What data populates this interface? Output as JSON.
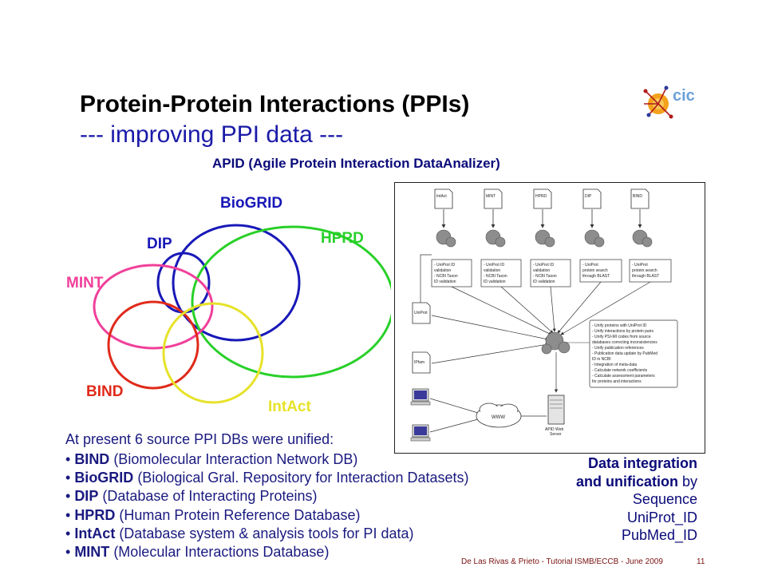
{
  "slide": {
    "title": "Protein-Protein Interactions (PPIs)",
    "subtitle": "--- improving PPI data ---",
    "apid_heading": "APID (Agile Protein Interaction DataAnalizer)",
    "logo_text": "cic"
  },
  "venn": {
    "sets": [
      {
        "name": "BioGRID",
        "color": "#1818b8"
      },
      {
        "name": "DIP",
        "color": "#1818b8"
      },
      {
        "name": "HPRD",
        "color": "#28d028"
      },
      {
        "name": "MINT",
        "color": "#f0409a"
      },
      {
        "name": "BIND",
        "color": "#e02a1a"
      },
      {
        "name": "IntAct",
        "color": "#e6e22a"
      }
    ]
  },
  "diagram": {
    "sources": [
      "IntAct",
      "MINT",
      "HPRD",
      "DIP",
      "BIND"
    ],
    "step_boxes": [
      [
        "- UniProt ID",
        "validation",
        "- NCBI Taxon",
        "ID validation"
      ],
      [
        "- UniProt ID",
        "validation",
        "- NCBI Taxon",
        "ID validation"
      ],
      [
        "- UniProt ID",
        "validation",
        "- NCBI Taxon",
        "ID validation"
      ],
      [
        "- UniProt",
        "protein search",
        "through BLAST"
      ],
      [
        "- UniProt",
        "protein search",
        "through BLAST"
      ]
    ],
    "side_sources": [
      "UniProt",
      "IPfam"
    ],
    "process_box": [
      "- Unify proteins with UniProt ID",
      "- Unify interactions by protein pairs",
      "- Unify PSI-MI codes from source",
      "databases correcting inconsistencies",
      "- Unify publication references",
      "- Publication data update by PubMed",
      "ID in NCBI",
      "- Integration of meta-data",
      "- Calculate network coefficients",
      "- Calculate assessment parameters",
      "for proteins and interactions"
    ],
    "cloud_label": "WWW",
    "server_label": [
      "APID Web",
      "Server"
    ]
  },
  "intro": "At present 6 source PPI DBs were unified:",
  "databases": [
    {
      "name": "BIND",
      "desc": " (Biomolecular Interaction Network DB)"
    },
    {
      "name": "BioGRID",
      "desc": " (Biological Gral. Repository for Interaction Datasets)"
    },
    {
      "name": "DIP",
      "desc": " (Database of Interacting Proteins)"
    },
    {
      "name": "HPRD",
      "desc": " (Human Protein Reference Database)"
    },
    {
      "name": "IntAct",
      "desc": " (Database system & analysis tools for PI data)"
    },
    {
      "name": "MINT",
      "desc": " (Molecular Interactions Database)"
    }
  ],
  "caption": {
    "line1": "Data integration",
    "line2_bold": "and unification",
    "line2_rest": " by",
    "line3": "Sequence",
    "line4": "UniProt_ID",
    "line5": "PubMed_ID"
  },
  "footer": {
    "text": "De Las Rivas & Prieto - Tutorial ISMB/ECCB - June 2009",
    "page": "11"
  }
}
